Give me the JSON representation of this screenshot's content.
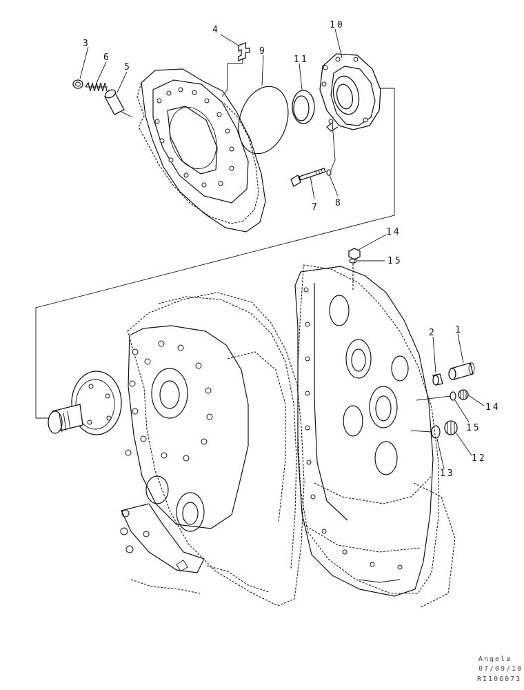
{
  "callouts": {
    "c1": "1",
    "c2": "2",
    "c3": "3",
    "c4": "4",
    "c5": "5",
    "c6": "6",
    "c7": "7",
    "c8": "8",
    "c9": "9",
    "c10": "10",
    "c11": "11",
    "c12": "12",
    "c13": "13",
    "c14a": "14",
    "c14b": "14",
    "c15a": "15",
    "c15b": "15"
  },
  "stamp": {
    "author": "Angela",
    "date": "07/09/10",
    "code": "RI10G073"
  }
}
